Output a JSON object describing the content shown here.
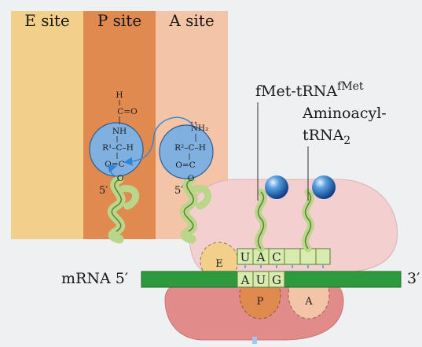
{
  "sites": {
    "e": "E site",
    "p": "P site",
    "a": "A site"
  },
  "chem_left": {
    "top_h": "H",
    "aldehyde": "C=O",
    "nh": "NH",
    "r_row": "R¹–C–H",
    "carbonyl": "O=C",
    "o": "O"
  },
  "chem_right": {
    "nh2": "NH₂",
    "r_row": "R²–C–H",
    "carbonyl": "O=C",
    "o": "O"
  },
  "five_prime": "5′",
  "labels": {
    "fmet": "fMet-tRNA",
    "fmet_sup": "fMet",
    "aminoacyl": "Aminoacyl-",
    "trna2": "tRNA",
    "trna2_sub": "2",
    "mrna5": "mRNA 5′",
    "three_prime": "3′"
  },
  "anticodon": [
    "U",
    "A",
    "C"
  ],
  "codon": [
    "A",
    "U",
    "G"
  ],
  "ribosome_sites": {
    "e": "E",
    "p": "P",
    "a": "A"
  },
  "colors": {
    "e_site": "#f2d08a",
    "p_site": "#e08a4f",
    "a_site": "#f3c4a6",
    "trna": "#b9d68a",
    "sphere": "#7fb0e0",
    "mrna": "#2e9a3e",
    "ribosome_large": "#f3cfd0",
    "ribosome_small": "#e28b8b"
  }
}
